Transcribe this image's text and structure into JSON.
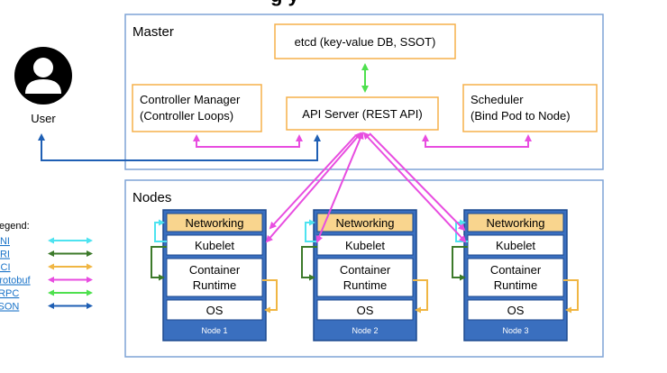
{
  "title": {
    "partial": "g        y"
  },
  "master": {
    "label": "Master"
  },
  "etcd": {
    "label": "etcd (key-value DB, SSOT)"
  },
  "controller_manager": {
    "line1": "Controller Manager",
    "line2": "(Controller Loops)"
  },
  "api_server": {
    "label": "API Server (REST API)"
  },
  "scheduler": {
    "line1": "Scheduler",
    "line2": "(Bind Pod to Node)"
  },
  "user": {
    "label": "User"
  },
  "nodes_area": {
    "label": "Nodes"
  },
  "node_stack": {
    "networking": "Networking",
    "kubelet": "Kubelet",
    "container_line1": "Container",
    "container_line2": "Runtime",
    "os": "OS"
  },
  "nodes": [
    {
      "name": "Node 1"
    },
    {
      "name": "Node 2"
    },
    {
      "name": "Node 3"
    }
  ],
  "legend": {
    "title": "egend:",
    "items": [
      {
        "label": "CNI",
        "color": "#4de3f0"
      },
      {
        "label": "CRI",
        "color": "#3c7a2a"
      },
      {
        "label": "OCI",
        "color": "#f0b643"
      },
      {
        "label": "Protobuf",
        "color": "#e84de0"
      },
      {
        "label": "gRPC",
        "color": "#4ee04e"
      },
      {
        "label": "JSON",
        "color": "#1f5fb4"
      }
    ]
  },
  "colors": {
    "frame_border": "#7ea3d6",
    "component_border": "#f5b04a",
    "node_header_fill": "#f9d58e",
    "node_stack_border": "#1d4a8f",
    "node_footer_fill": "#3a6fbf",
    "user_icon": "#000000"
  }
}
